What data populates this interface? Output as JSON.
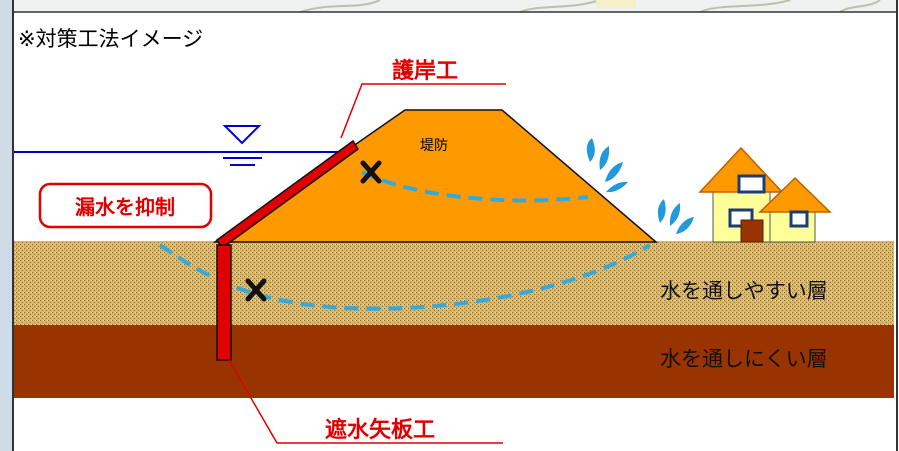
{
  "title": "※対策工法イメージ",
  "labels": {
    "revetment": "護岸工",
    "cutoff_sheet_pile": "遮水矢板工",
    "suppress_leakage": "漏水を抑制",
    "levee": "堤防",
    "permeable_layer": "水を通しやすい層",
    "impermeable_layer": "水を通しにくい層"
  },
  "colors": {
    "levee": "#ff9900",
    "permeable_layer": "#d9b66a",
    "impermeable_layer": "#993300",
    "seepage_line": "#33aadd",
    "structure": "#e00000",
    "water_line": "#0000cc",
    "frame_left_panel": "#cfdbe7"
  },
  "icons": [
    "water-level-icon",
    "blocked-x-icon",
    "water-spray-icon",
    "house-icon"
  ]
}
